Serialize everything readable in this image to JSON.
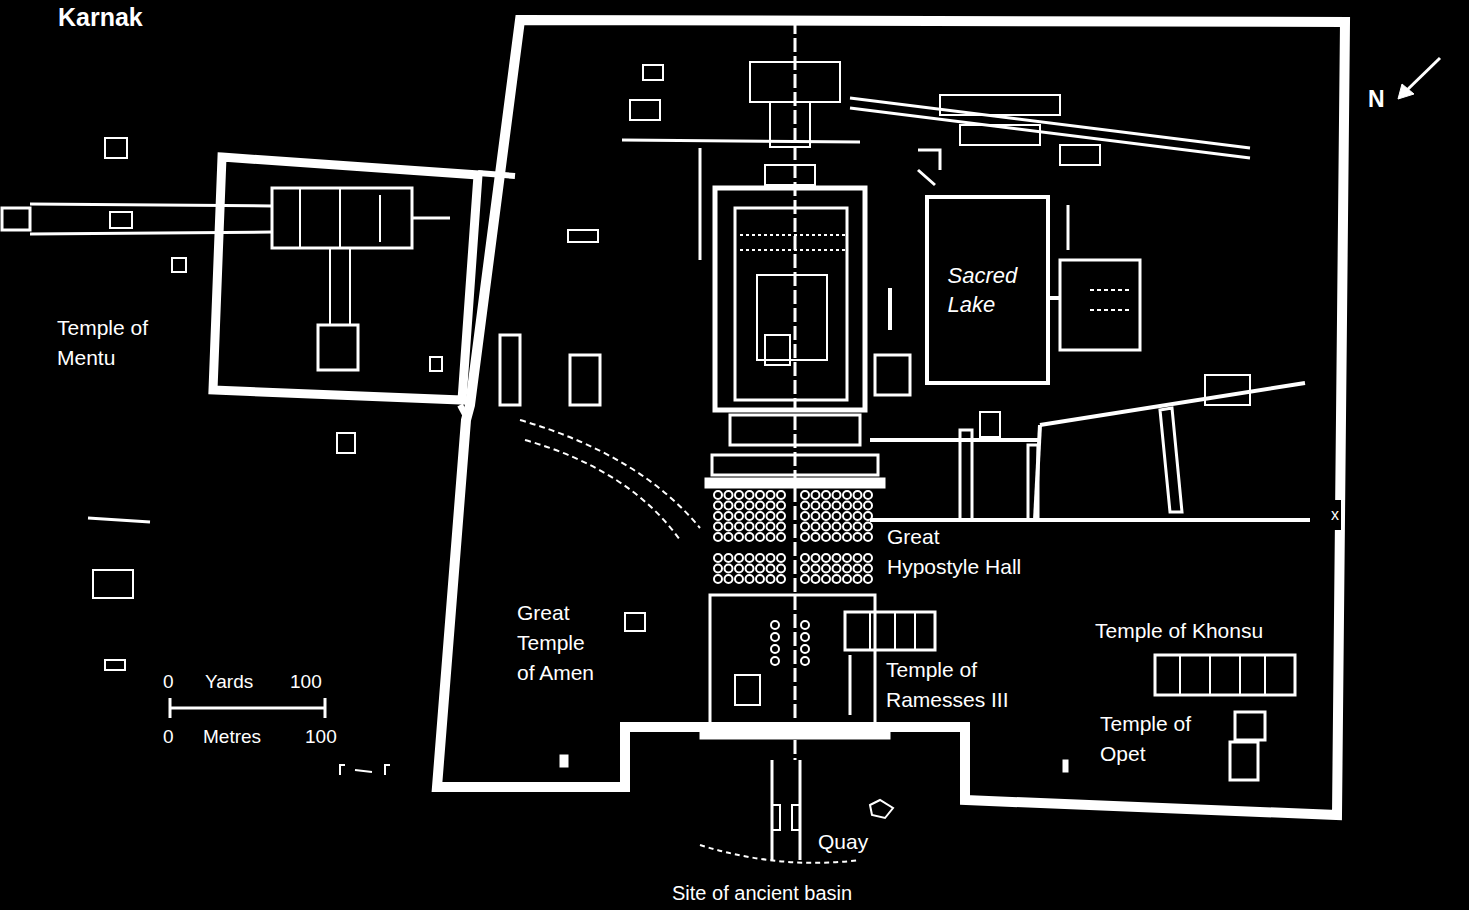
{
  "diagram": {
    "title": "Karnak",
    "nodes": [
      {
        "text": [
          "Sacred Lake"
        ]
      }
    ],
    "labels": [
      "Temple of Mentu",
      "Great Hypostyle Hall",
      "Great Temple of Amen",
      "Temple of Ramesses III",
      "Temple of Khonsu",
      "Temple of Opet",
      "Quay",
      "Site of ancient basin",
      "N",
      "x",
      "0",
      "Yards",
      "100",
      "0",
      "Metres",
      "100"
    ]
  }
}
